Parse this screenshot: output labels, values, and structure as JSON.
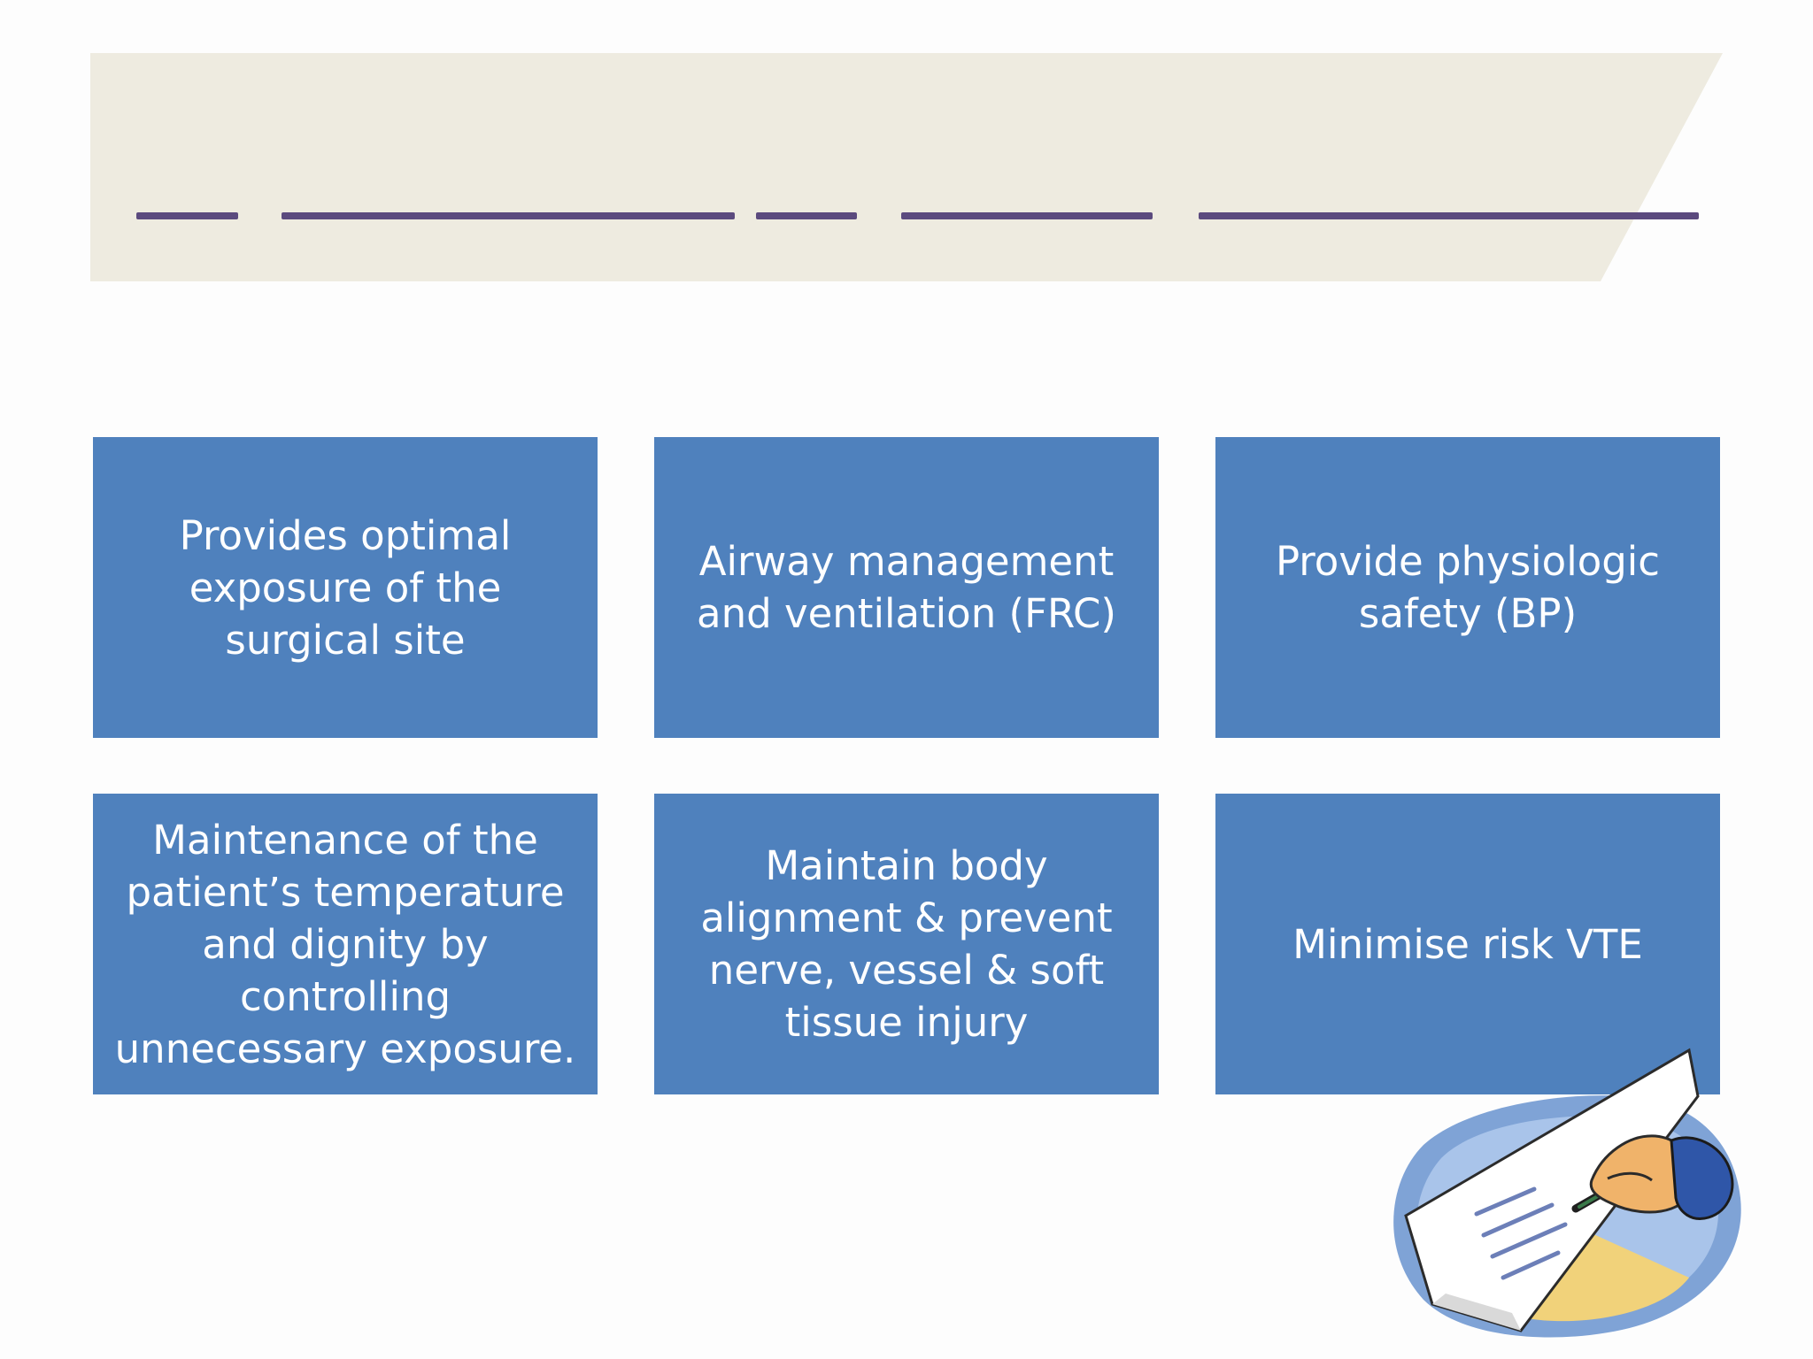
{
  "slide": {
    "title_blanks": [
      "___",
      "______________",
      "___",
      "________",
      "_______________"
    ],
    "cards": [
      {
        "text": "Provides optimal exposure of the surgical site"
      },
      {
        "text": "Airway management and ventilation (FRC)"
      },
      {
        "text": "Provide physiologic safety (BP)"
      },
      {
        "text": "Maintenance of the patient’s temperature and dignity by controlling unnecessary exposure."
      },
      {
        "text": "Maintain body alignment & prevent nerve, vessel & soft tissue injury"
      },
      {
        "text": "Minimise risk VTE"
      }
    ],
    "clipart_icon": "hand-writing-on-paper-icon"
  },
  "colors": {
    "header_band": "#eeebe0",
    "title_blank_line": "#5b4a7e",
    "card_fill": "#4f81bd",
    "card_text": "#ffffff"
  }
}
